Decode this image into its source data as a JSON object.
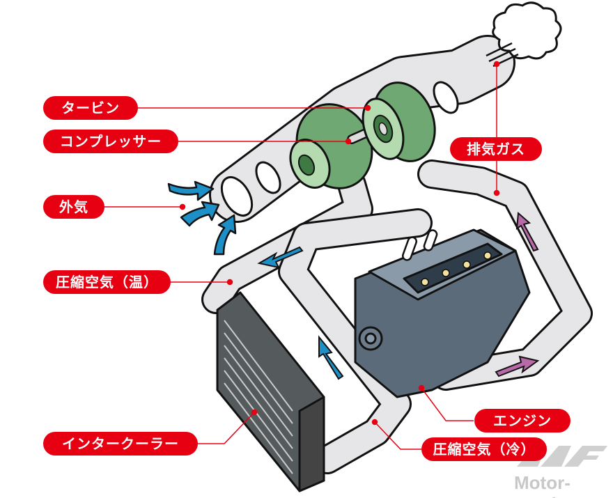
{
  "diagram": {
    "title": "Turbocharger system",
    "labels": {
      "turbine": "タービン",
      "compressor": "コンプレッサー",
      "outside_air": "外気",
      "compressed_air_warm": "圧縮空気（温）",
      "intercooler": "インタークーラー",
      "exhaust_gas": "排気ガス",
      "engine": "エンジン",
      "compressed_air_cool": "圧縮空気（冷）"
    },
    "colors": {
      "label_bg": "#e60012",
      "label_text": "#ffffff",
      "pipe": "#e6e6e8",
      "turbo_green": "#8fc48f",
      "turbo_dark": "#3f7a45",
      "engine": "#5c6b7a",
      "intercooler": "#555a5c",
      "intake_arrow": "#1e90c8",
      "exhaust_arrow": "#b86aa8",
      "leader_line": "#e60012"
    }
  },
  "watermark": {
    "text": "Motor-Fan.jp"
  }
}
